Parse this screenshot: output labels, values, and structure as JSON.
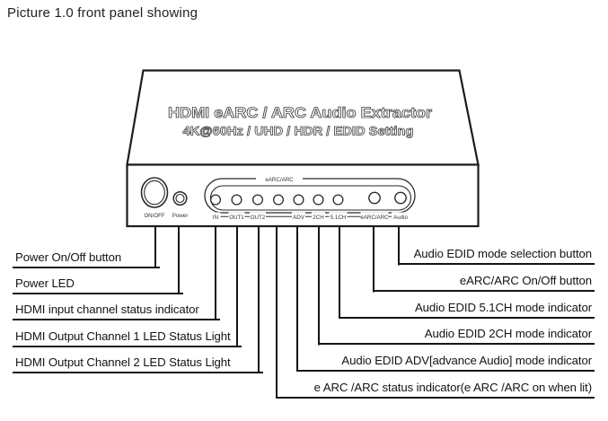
{
  "figure": {
    "caption": "Picture 1.0 front panel showing"
  },
  "device": {
    "top_panel": {
      "line1": "HDMI eARC / ARC Audio Extractor",
      "line2": "4K@60Hz / UHD / HDR / EDID Setting"
    },
    "front_panel": {
      "group_label": "eARC/ARC",
      "power_button_label": "ON/OFF",
      "power_led_label": "Power",
      "channels": [
        "IN",
        "OUT1",
        "OUT2",
        "ADV",
        "2CH",
        "5.1CH",
        "eARC/ARC",
        "Audio"
      ]
    }
  },
  "callouts": {
    "left": [
      "Power On/Off button",
      "Power LED",
      "HDMI input channel status indicator",
      "HDMI Output Channel 1 LED Status Light",
      "HDMI Output Channel 2 LED Status Light"
    ],
    "right": [
      "Audio EDID mode selection button",
      "eARC/ARC On/Off button",
      "Audio EDID 5.1CH mode indicator",
      "Audio EDID 2CH mode indicator",
      "Audio EDID ADV[advance Audio] mode indicator",
      "e ARC /ARC status indicator(e ARC /ARC on when lit)"
    ]
  },
  "colors": {
    "line": "#1c1c1c",
    "background": "#ffffff"
  }
}
